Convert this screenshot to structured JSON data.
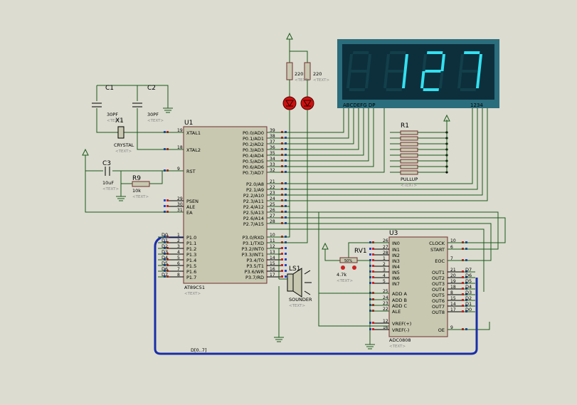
{
  "components": {
    "u1": {
      "ref": "U1",
      "part": "AT89C51",
      "tag": "<TEXT>",
      "left_pins": [
        {
          "num": "19",
          "name": "XTAL1"
        },
        {
          "num": "18",
          "name": "XTAL2"
        },
        {
          "num": "9",
          "name": "RST"
        },
        {
          "num": "29",
          "name": "PSEN"
        },
        {
          "num": "30",
          "name": "ALE"
        },
        {
          "num": "31",
          "name": "EA"
        },
        {
          "num": "1",
          "name": "P1.0"
        },
        {
          "num": "2",
          "name": "P1.1"
        },
        {
          "num": "3",
          "name": "P1.2"
        },
        {
          "num": "4",
          "name": "P1.3"
        },
        {
          "num": "5",
          "name": "P1.4"
        },
        {
          "num": "6",
          "name": "P1.5"
        },
        {
          "num": "7",
          "name": "P1.6"
        },
        {
          "num": "8",
          "name": "P1.7"
        }
      ],
      "right_pins": [
        {
          "num": "39",
          "name": "P0.0/AD0"
        },
        {
          "num": "38",
          "name": "P0.1/AD1"
        },
        {
          "num": "37",
          "name": "P0.2/AD2"
        },
        {
          "num": "36",
          "name": "P0.3/AD3"
        },
        {
          "num": "35",
          "name": "P0.4/AD4"
        },
        {
          "num": "34",
          "name": "P0.5/AD5"
        },
        {
          "num": "33",
          "name": "P0.6/AD6"
        },
        {
          "num": "32",
          "name": "P0.7/AD7"
        },
        {
          "num": "21",
          "name": "P2.0/A8"
        },
        {
          "num": "22",
          "name": "P2.1/A9"
        },
        {
          "num": "23",
          "name": "P2.2/A10"
        },
        {
          "num": "24",
          "name": "P2.3/A11"
        },
        {
          "num": "25",
          "name": "P2.4/A12"
        },
        {
          "num": "26",
          "name": "P2.5/A13"
        },
        {
          "num": "27",
          "name": "P2.6/A14"
        },
        {
          "num": "28",
          "name": "P2.7/A15"
        },
        {
          "num": "10",
          "name": "P3.0/RXD"
        },
        {
          "num": "11",
          "name": "P3.1/TXD"
        },
        {
          "num": "12",
          "name": "P3.2/INT0"
        },
        {
          "num": "13",
          "name": "P3.3/INT1"
        },
        {
          "num": "14",
          "name": "P3.4/T0"
        },
        {
          "num": "15",
          "name": "P3.5/T1"
        },
        {
          "num": "16",
          "name": "P3.6/WR"
        },
        {
          "num": "17",
          "name": "P3.7/RD"
        }
      ],
      "bus_labels": [
        "D0",
        "D1",
        "D2",
        "D3",
        "D4",
        "D5",
        "D6",
        "D7"
      ]
    },
    "u3": {
      "ref": "U3",
      "part": "ADC0808",
      "tag": "<TEXT>",
      "left_pins": [
        {
          "num": "26",
          "name": "IN0"
        },
        {
          "num": "27",
          "name": "IN1"
        },
        {
          "num": "28",
          "name": "IN2"
        },
        {
          "num": "1",
          "name": "IN3"
        },
        {
          "num": "2",
          "name": "IN4"
        },
        {
          "num": "3",
          "name": "IN5"
        },
        {
          "num": "4",
          "name": "IN6"
        },
        {
          "num": "5",
          "name": "IN7"
        },
        {
          "num": "25",
          "name": "ADD A"
        },
        {
          "num": "24",
          "name": "ADD B"
        },
        {
          "num": "23",
          "name": "ADD C"
        },
        {
          "num": "22",
          "name": "ALE"
        },
        {
          "num": "12",
          "name": "VREF(+)"
        },
        {
          "num": "16",
          "name": "VREF(-)"
        }
      ],
      "right_pins": [
        {
          "num": "10",
          "name": "CLOCK"
        },
        {
          "num": "6",
          "name": "START"
        },
        {
          "num": "7",
          "name": "EOC"
        },
        {
          "num": "21",
          "name": "OUT1"
        },
        {
          "num": "20",
          "name": "OUT2"
        },
        {
          "num": "19",
          "name": "OUT3"
        },
        {
          "num": "18",
          "name": "OUT4"
        },
        {
          "num": "8",
          "name": "OUT5"
        },
        {
          "num": "15",
          "name": "OUT6"
        },
        {
          "num": "14",
          "name": "OUT7"
        },
        {
          "num": "17",
          "name": "OUT8"
        },
        {
          "num": "9",
          "name": "OE"
        }
      ],
      "bus_labels": [
        "D7",
        "D6",
        "D5",
        "D4",
        "D3",
        "D2",
        "D1",
        "D0"
      ]
    },
    "c1": {
      "ref": "C1",
      "value": "30PF",
      "tag": "<TEXT>"
    },
    "c2": {
      "ref": "C2",
      "value": "30PF",
      "tag": "<TEXT>"
    },
    "c3": {
      "ref": "C3",
      "value": "10uF",
      "tag": "<TEXT>"
    },
    "x1": {
      "ref": "X1",
      "value": "CRYSTAL",
      "tag": "<TEXT>"
    },
    "r9": {
      "ref": "R9",
      "value": "10k",
      "tag": "<TEXT>"
    },
    "r1": {
      "ref": "R1",
      "value": "PULLUP",
      "tag": "<TEXT>"
    },
    "rv1": {
      "ref": "RV1",
      "value": "4.7k",
      "tag": "<TEXT>",
      "body": "50%"
    },
    "ls1": {
      "ref": "LS1",
      "value": "SOUNDER",
      "tag": "<TEXT>"
    },
    "res_left": {
      "value": "220",
      "tag": "<TEXT>"
    },
    "res_right": {
      "value": "220",
      "tag": "<TEXT>"
    },
    "display": {
      "digits": "127",
      "seg_labels": "ABCDEFG  DP",
      "digit_labels": "1234"
    },
    "bus_name": "D[0..7]"
  },
  "colors": {
    "wire": "#1a5a1a",
    "bus": "#1a2ea8",
    "chip_fill": "#c8c8b0",
    "chip_border": "#703030",
    "display_bg": "#0d2f3c",
    "display_frame": "#2a6d7c",
    "segment_on": "#33e0f0",
    "led": "#cc1111",
    "background": "#dcdcd0"
  }
}
